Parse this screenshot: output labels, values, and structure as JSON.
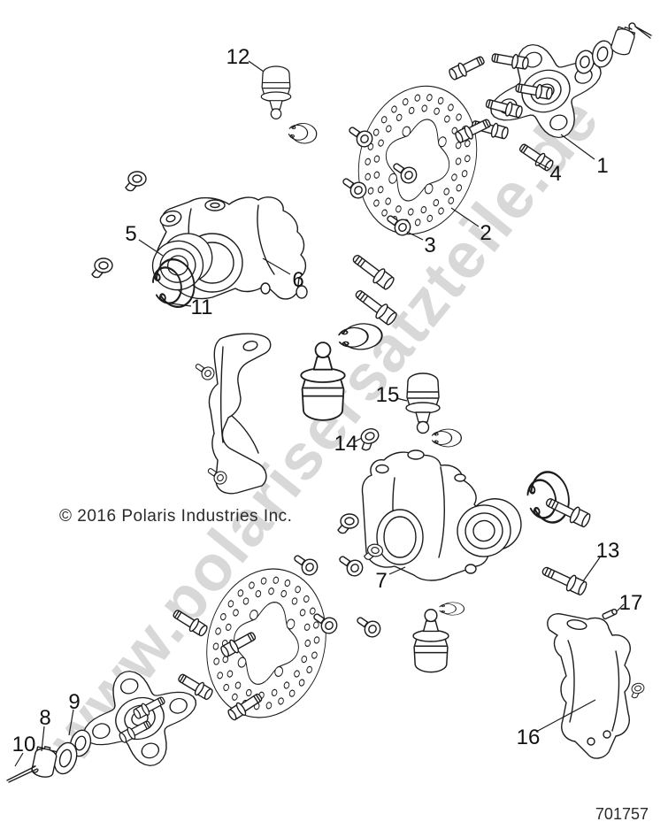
{
  "watermark": {
    "text": "www.polarisersatzteile.de",
    "color": "#d8d8d8"
  },
  "copyright": "© 2016 Polaris Industries Inc.",
  "diagram_number": "701757",
  "callouts": [
    {
      "label": "1"
    },
    {
      "label": "2"
    },
    {
      "label": "3"
    },
    {
      "label": "4"
    },
    {
      "label": "5"
    },
    {
      "label": "6"
    },
    {
      "label": "7"
    },
    {
      "label": "8"
    },
    {
      "label": "9"
    },
    {
      "label": "10"
    },
    {
      "label": "11"
    },
    {
      "label": "12"
    },
    {
      "label": "13"
    },
    {
      "label": "14"
    },
    {
      "label": "15"
    },
    {
      "label": "16"
    },
    {
      "label": "17"
    }
  ]
}
